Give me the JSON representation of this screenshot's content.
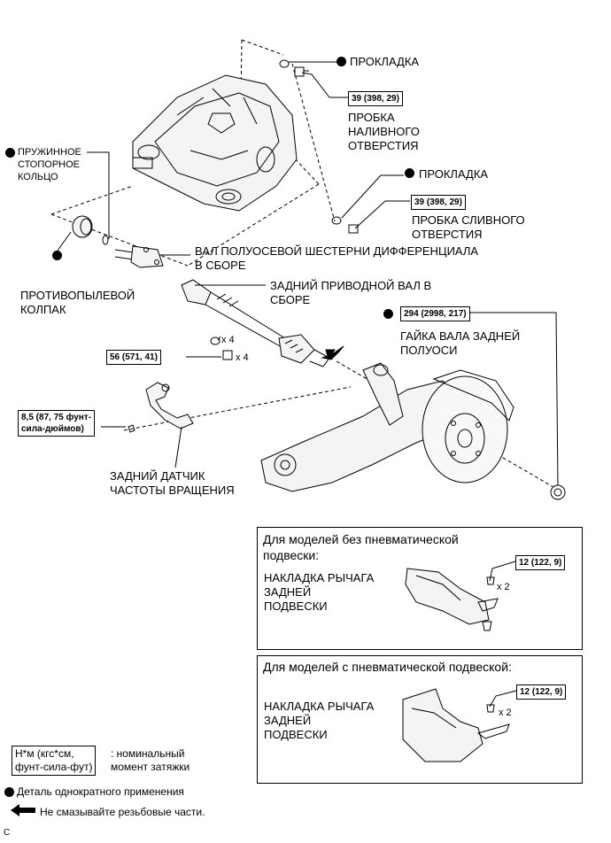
{
  "labels": {
    "gasket_top": "ПРОКЛАДКА",
    "filler_plug": "ПРОБКА\nНАЛИВНОГО\nОТВЕРСТИЯ",
    "snap_ring": "ПРУЖИННОЕ\nСТОПОРНОЕ\nКОЛЬЦО",
    "gasket_mid": "ПРОКЛАДКА",
    "drain_plug": "ПРОБКА СЛИВНОГО\nОТВЕРСТИЯ",
    "side_gear_shaft": "ВАЛ ПОЛУОСЕВОЙ ШЕСТЕРНИ ДИФФЕРЕНЦИАЛА\nВ СБОРЕ",
    "dust_cover": "ПРОТИВОПЫЛЕВОЙ\nКОЛПАК",
    "rear_drive_shaft": "ЗАДНИЙ ПРИВОДНОЙ ВАЛ В\nСБОРЕ",
    "axle_nut": "ГАЙКА ВАЛА ЗАДНЕЙ\nПОЛУОСИ",
    "speed_sensor": "ЗАДНИЙ ДАТЧИК\nЧАСТОТЫ ВРАЩЕНИЯ",
    "x4_a": "x 4",
    "x4_b": "x 4"
  },
  "torques": {
    "filler": "39 (398, 29)",
    "drain": "39 (398, 29)",
    "axle_nut": "294 (2998, 217)",
    "shaft_nuts": "56 (571, 41)",
    "sensor": "8,5 (87, 75 фунт-\nсила-дюймов)",
    "cover_a": "12 (122, 9)",
    "cover_b": "12 (122, 9)"
  },
  "insets": {
    "a_title": "Для моделей без пневматической\nподвески:",
    "a_label": "НАКЛАДКА РЫЧАГА\nЗАДНЕЙ\nПОДВЕСКИ",
    "a_qty": "x 2",
    "b_title": "Для моделей с пневматической подвеской:",
    "b_label": "НАКЛАДКА РЫЧАГА\nЗАДНЕЙ\nПОДВЕСКИ",
    "b_qty": "x 2"
  },
  "legend": {
    "torque_unit": "Н*м (кгс*см,\nфунт-сила-фут)",
    "torque_desc": ": номинальный\nмомент затяжки",
    "non_reusable": "Деталь однократного применения",
    "no_grease": "Не смазывайте резьбовые части.",
    "corner_mark": "C"
  }
}
